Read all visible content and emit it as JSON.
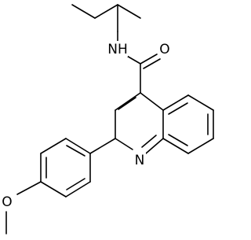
{
  "molecule": {
    "atoms": {
      "amide_n": "NH",
      "carbonyl_o": "O",
      "quinoline_n": "N",
      "methoxy_o": "O"
    }
  }
}
